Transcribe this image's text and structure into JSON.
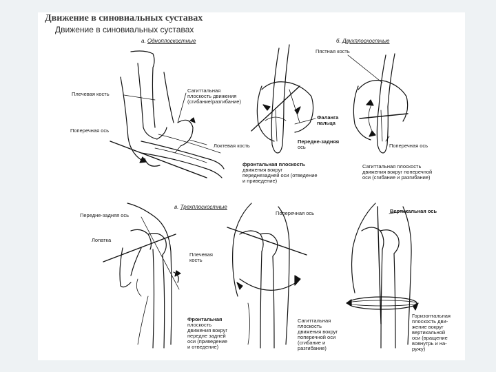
{
  "header": {
    "title": "Движение в синовиальных суставах",
    "subtitle": "Движение в синовиальных суставах"
  },
  "sections": {
    "a": {
      "letter": "а.",
      "name": "Одноплоскостные"
    },
    "b": {
      "letter": "б.",
      "name": "Двухплоскостные"
    },
    "c": {
      "letter": "в.",
      "name": "Трехплоскостные"
    }
  },
  "labels": {
    "a_humerus": "Плечевая кость",
    "a_sagittal": [
      "Сагиттальная",
      "плоскость движения",
      "(сгибание/разгибание)"
    ],
    "a_transverse_axis": "Поперечная ось",
    "a_ulna": "Локтевая кость",
    "b_metacarpal": "Пястная кость",
    "b_phalanx": [
      "Фаланга",
      "пальца"
    ],
    "b_ap_axis": [
      "Передне-задняя",
      "ось"
    ],
    "b_frontal": [
      "фронтальная плоскость",
      "движения вокруг",
      "переднезадней оси (отведение",
      "и приведение)"
    ],
    "b_transverse_axis": "Поперечная ось",
    "b_sagittal": [
      "Сагиттальная плоскость",
      "движения вокруг поперечной",
      "оси (сгибание и разгибание)"
    ],
    "c_ap_axis": "Передне-задняя ось",
    "c_scapula": "Лопатка",
    "c_humerus": [
      "Плечевая",
      "кость"
    ],
    "c_transverse_axis": "Поперечная ось",
    "c_vertical_axis": "Вертикальная ось",
    "c_frontal": [
      "Фронтальная",
      "плоскость",
      "движения вокруг",
      "передне задней",
      "оси (приведение",
      "и отведение)"
    ],
    "c_sagittal": [
      "Сагиттальная",
      "плоскость",
      "движения вокруг",
      "поперечной оси",
      "(сгибание и",
      "разгибание)"
    ],
    "c_horizontal": [
      "Горизонтальная",
      "плоскость дви-",
      "жение вокруг",
      "вертикальной",
      "оси (вращение",
      "вовнутрь и на-",
      "ружу)"
    ]
  }
}
